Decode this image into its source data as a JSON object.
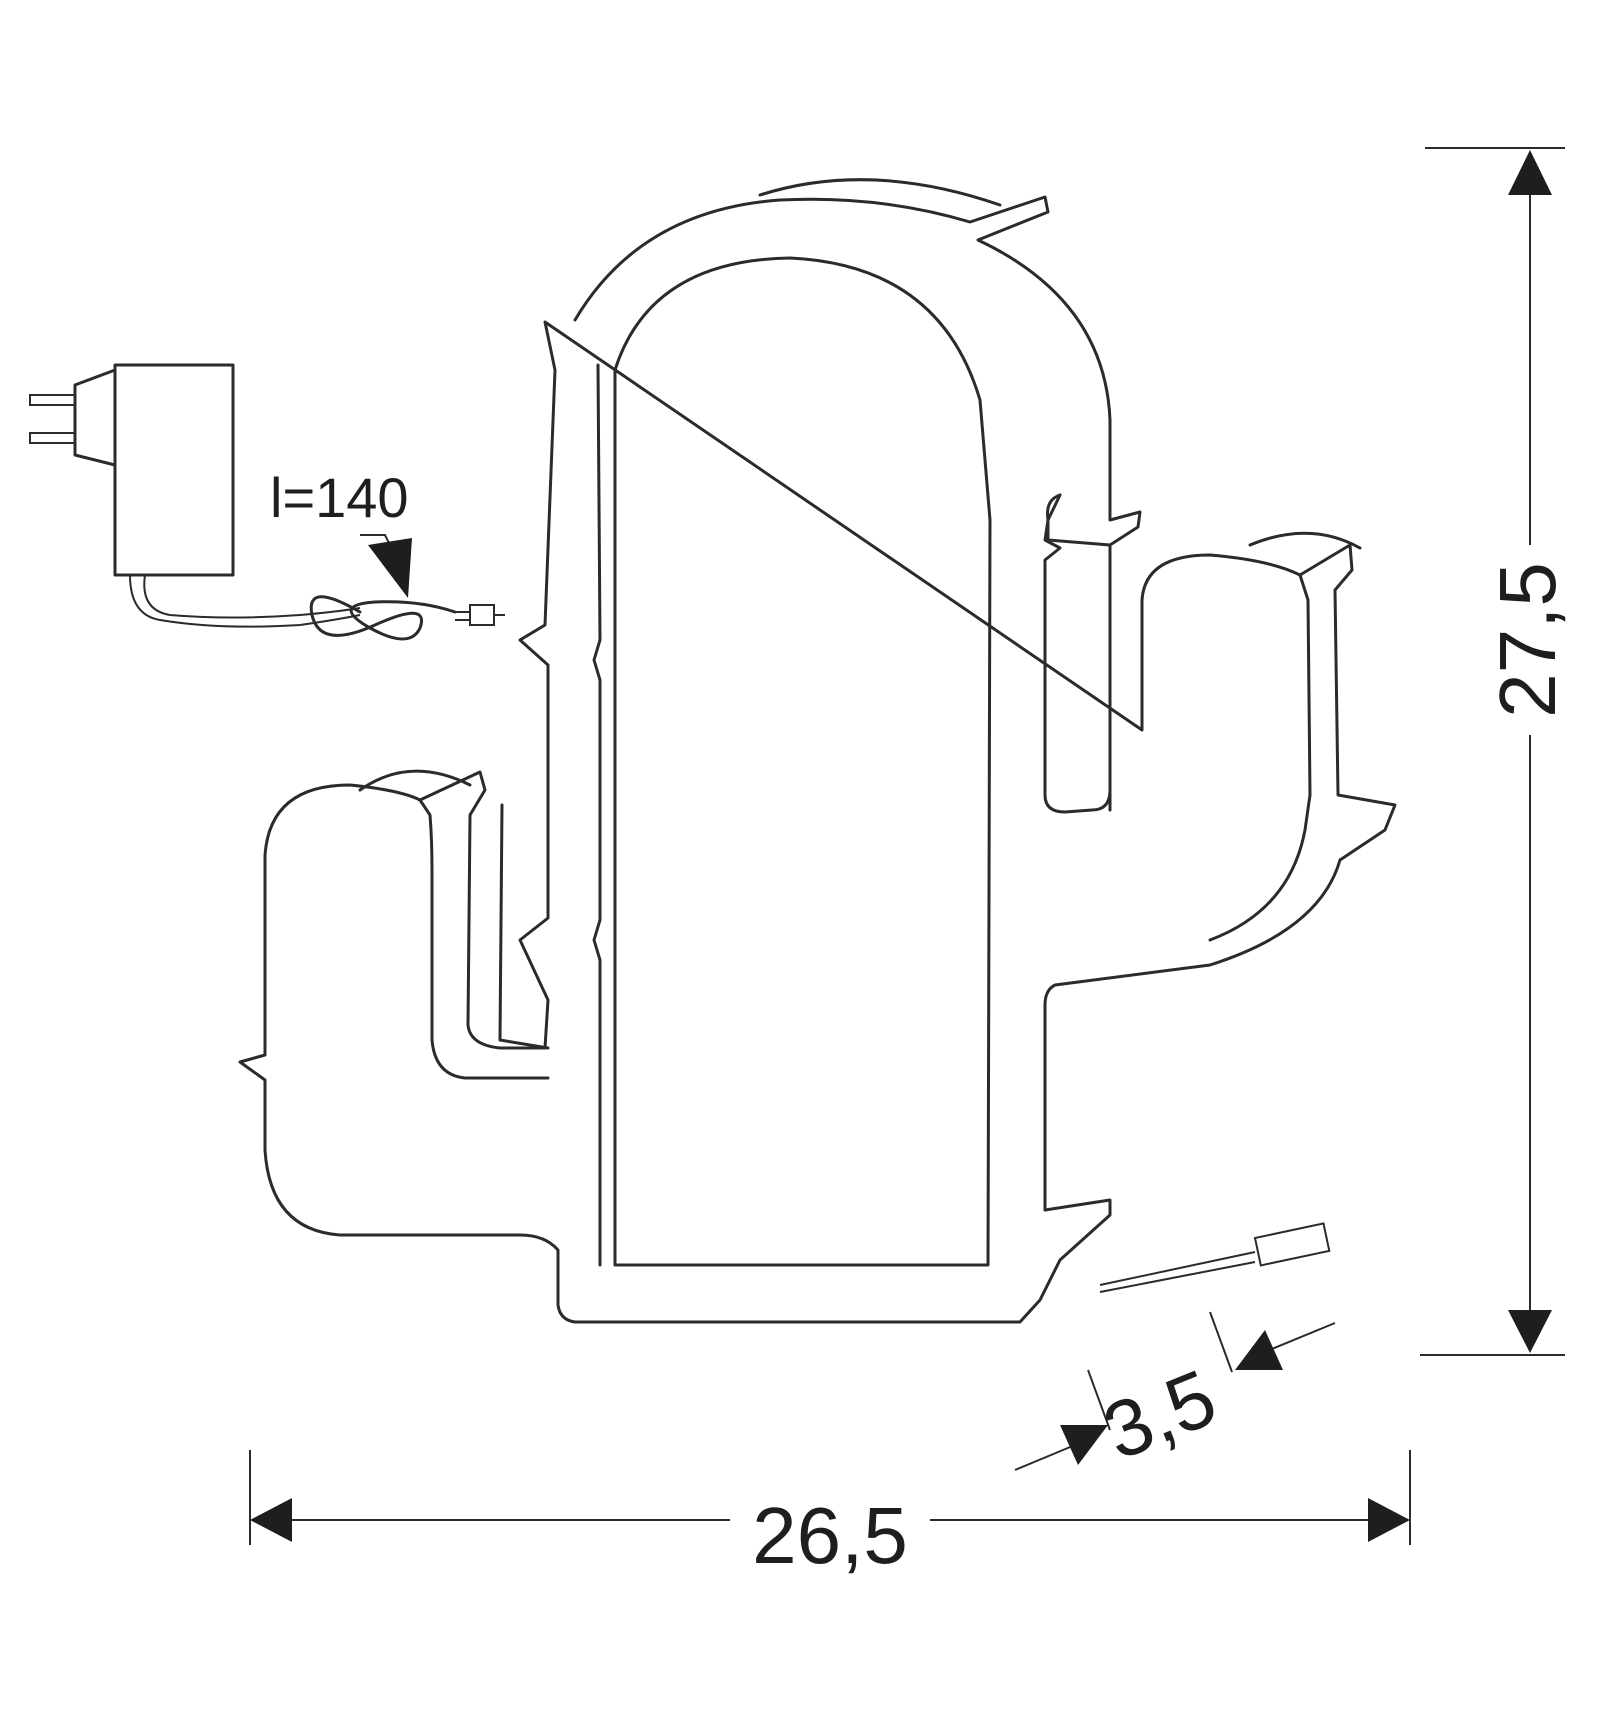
{
  "dimensions": {
    "width": "26,5",
    "height": "27,5",
    "depth": "3,5",
    "cable": "l=140"
  },
  "colors": {
    "line": "#2b2b2b",
    "text": "#1e1e1e",
    "background": "#ffffff"
  }
}
